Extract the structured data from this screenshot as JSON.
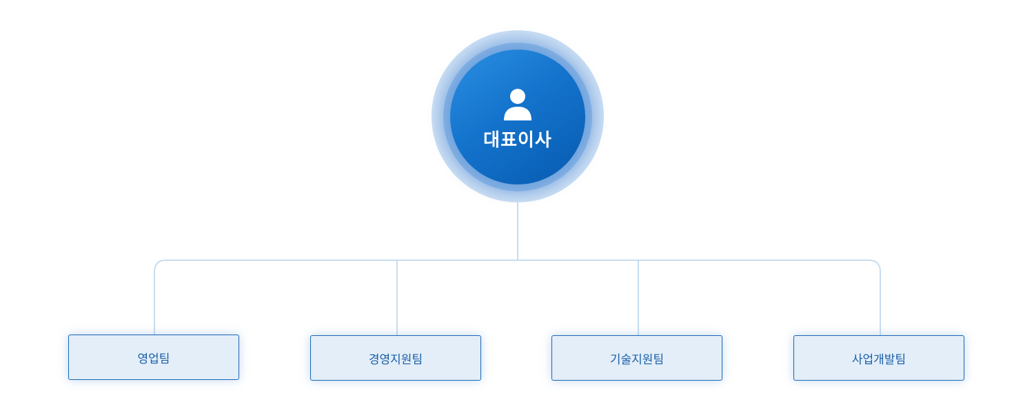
{
  "org_chart": {
    "root": {
      "label": "대표이사",
      "icon": "person-icon"
    },
    "teams": [
      {
        "label": "영업팀"
      },
      {
        "label": "경영지원팀"
      },
      {
        "label": "기술지원팀"
      },
      {
        "label": "사업개발팀"
      }
    ]
  },
  "colors": {
    "root_fill": "#1473cc",
    "team_fill": "#e3eef8",
    "team_border": "#1a66b3",
    "team_text": "#1a5ea8",
    "connector": "#c6dcef"
  }
}
